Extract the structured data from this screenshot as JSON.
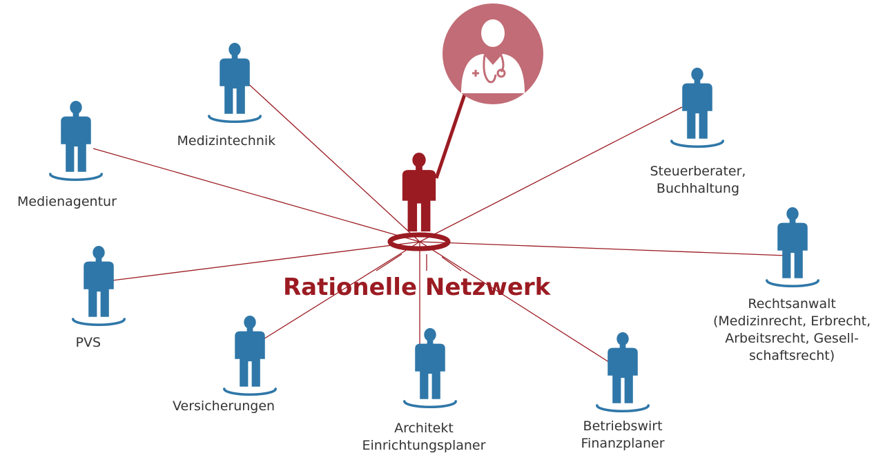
{
  "title": "Rationelle Netzwerk",
  "colors": {
    "hub": "#9b1b22",
    "node": "#2f77a8",
    "link": "#9b1b22",
    "doctor_circle": "#c16c76",
    "text": "#333333"
  },
  "hub": {
    "icon": "person-icon"
  },
  "doctor": {
    "icon": "doctor-stethoscope-icon"
  },
  "nodes": [
    {
      "id": "medizintechnik",
      "lines": [
        "Medizintechnik"
      ]
    },
    {
      "id": "medienagentur",
      "lines": [
        "Medienagentur"
      ]
    },
    {
      "id": "pvs",
      "lines": [
        "PVS"
      ]
    },
    {
      "id": "versicherungen",
      "lines": [
        "Versicherungen"
      ]
    },
    {
      "id": "architekt",
      "lines": [
        "Architekt",
        "Einrichtungsplaner"
      ]
    },
    {
      "id": "betriebswirt",
      "lines": [
        "Betriebswirt",
        "Finanzplaner"
      ]
    },
    {
      "id": "rechtsanwalt",
      "lines": [
        "Rechtsanwalt",
        "(Medizinrecht, Erbrecht,",
        "Arbeitsrecht, Gesell-",
        "schaftsrecht)"
      ]
    },
    {
      "id": "steuerberater",
      "lines": [
        "Steuerberater,",
        "Buchhaltung"
      ]
    }
  ]
}
